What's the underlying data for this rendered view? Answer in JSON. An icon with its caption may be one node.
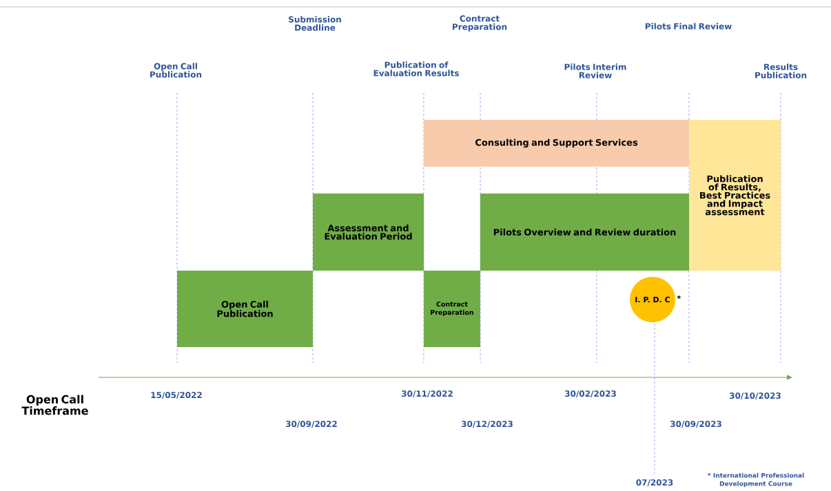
{
  "diagram": {
    "nodes": [
      {
        "text": [
          "Consulting and Support Services"
        ]
      },
      {
        "text": [
          "Publication of Results, Best Practices and Impact assessment"
        ]
      },
      {
        "text": [
          "Assessment and Evaluation Period"
        ]
      },
      {
        "text": [
          "Pilots Overview and Review duration"
        ]
      },
      {
        "text": [
          "Open Call Publication"
        ]
      },
      {
        "text": [
          "Contract Preparation"
        ]
      },
      {
        "text": [
          "I. P. D. C"
        ],
        "beside": [
          "*"
        ]
      }
    ],
    "labels": [
      "Submission Deadline",
      "Contract Preparation",
      "Pilots Final Review",
      "Open Call Publication",
      "Publication of Evaluation Results",
      "Pilots Interim Review",
      "Results Publication",
      "Open Call Timeframe",
      "15/05/2022",
      "30/11/2022",
      "30/02/2023",
      "30/10/2023",
      "30/09/2022",
      "30/12/2023",
      "30/09/2023",
      "07/2023",
      "* International Professional Development Course"
    ]
  }
}
